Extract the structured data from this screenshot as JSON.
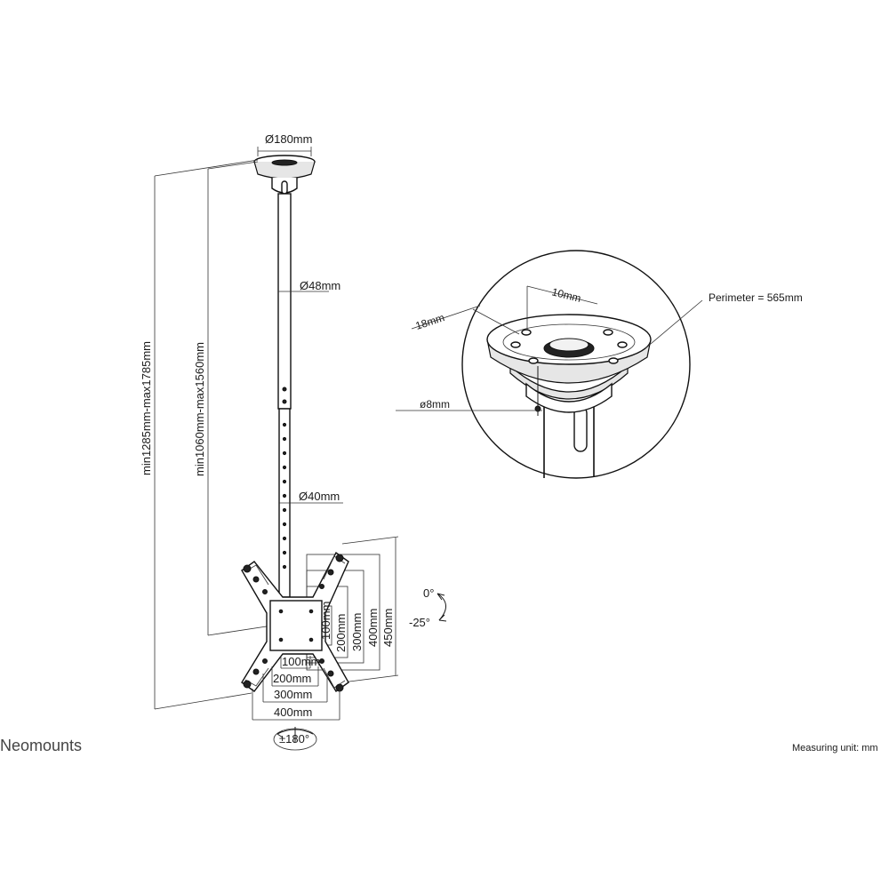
{
  "brand": "Neomounts",
  "measuring_unit": "Measuring unit: mm",
  "dimensions": {
    "base_diameter": "Ø180mm",
    "upper_tube": "Ø48mm",
    "lower_tube": "Ø40mm",
    "total_height": "min1285mm-max1785mm",
    "tube_height": "min1060mm-max1560mm"
  },
  "vesa": {
    "horizontal": [
      "100mm",
      "200mm",
      "300mm",
      "400mm"
    ],
    "vertical": [
      "100mm",
      "200mm",
      "300mm",
      "400mm",
      "450mm"
    ]
  },
  "tilt": {
    "top": "0°",
    "bottom": "-25°"
  },
  "swivel": "±180°",
  "detail": {
    "perimeter": "Perimeter = 565mm",
    "hole_spacing": "10mm",
    "hole_offset": "18mm",
    "hole_diameter": "ø8mm"
  }
}
